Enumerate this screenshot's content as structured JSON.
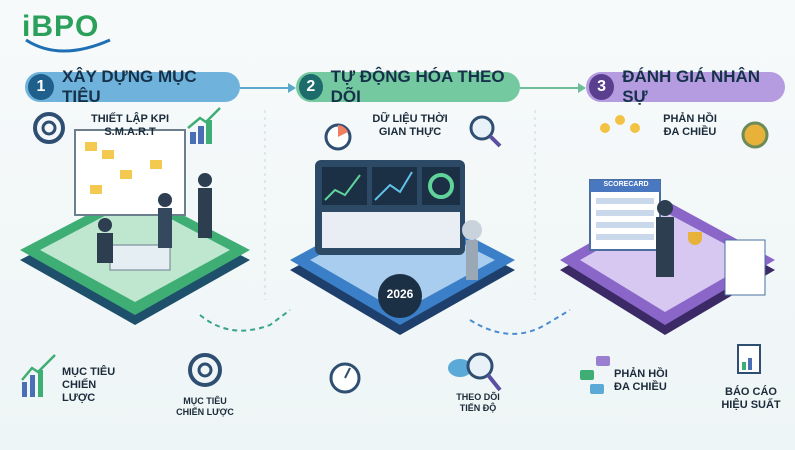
{
  "logo": "iBPO",
  "steps": [
    {
      "number": "1",
      "title": "XÂY DỰNG MỤC TIÊU",
      "color": "#6fb3dc",
      "badge": "#1f5f8b",
      "top_label": "THIẾT LẬP KPI S.M.A.R.T",
      "bottom_left": "MỤC TIÊU CHIẾN LƯỢC",
      "bottom_right": "MỤC TIÊU CHIẾN LƯỢC"
    },
    {
      "number": "2",
      "title": "TỰ ĐỘNG HÓA THEO DÕI",
      "color": "#74c9a0",
      "badge": "#1d6b6b",
      "top_label": "DỮ LIỆU THỜI GIAN THỰC",
      "screen_year": "2026",
      "bottom_right": "THEO DÕI TIẾN ĐỘ"
    },
    {
      "number": "3",
      "title": "ĐÁNH GIÁ NHÂN SỰ",
      "color": "#b59be0",
      "badge": "#5b3f8f",
      "top_label": "PHẢN HỒI ĐA CHIỀU",
      "board_title": "SCORECARD",
      "bottom_left": "PHẢN HỒI ĐA CHIỀU",
      "bottom_right": "BÁO CÁO HIỆU SUẤT"
    }
  ]
}
